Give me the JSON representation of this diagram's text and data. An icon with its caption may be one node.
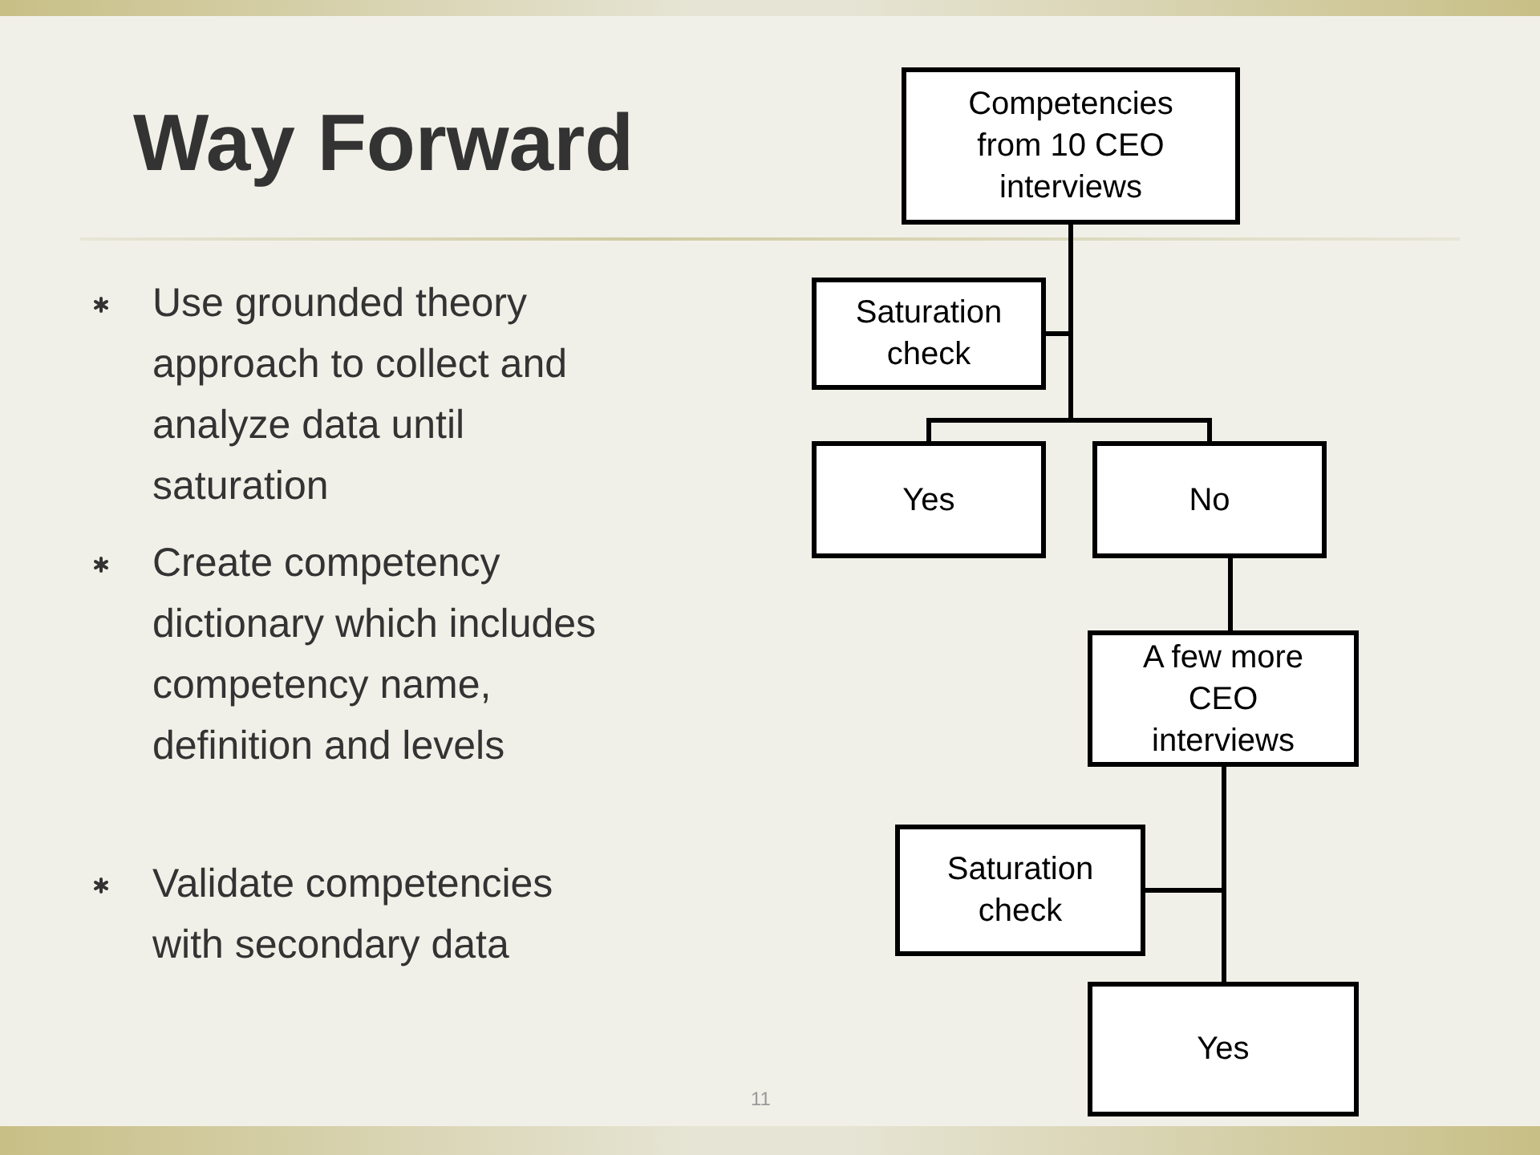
{
  "diagram": {
    "title": "Way Forward",
    "nodes": [
      {
        "text": [
          "Competencies from 10 CEO interviews"
        ]
      },
      {
        "text": [
          "Saturation check"
        ]
      },
      {
        "text": [
          "Yes"
        ]
      },
      {
        "text": [
          "No"
        ]
      },
      {
        "text": [
          "A few more CEO interviews"
        ]
      },
      {
        "text": [
          "Saturation check"
        ]
      },
      {
        "text": [
          "Yes"
        ]
      }
    ],
    "edges": [
      {
        "from": 0,
        "to": 1,
        "arrow": "none"
      },
      {
        "from": 0,
        "to": 2,
        "arrow": "none"
      },
      {
        "from": 0,
        "to": 3,
        "arrow": "none"
      },
      {
        "from": 3,
        "to": 4,
        "arrow": "none"
      },
      {
        "from": 4,
        "to": 5,
        "arrow": "none"
      },
      {
        "from": 4,
        "to": 6,
        "arrow": "none"
      }
    ],
    "labels": [
      "Use grounded theory approach to collect and analyze data until saturation",
      "Create competency dictionary which includes competency name, definition and levels",
      "Validate competencies with secondary data",
      "11"
    ]
  }
}
